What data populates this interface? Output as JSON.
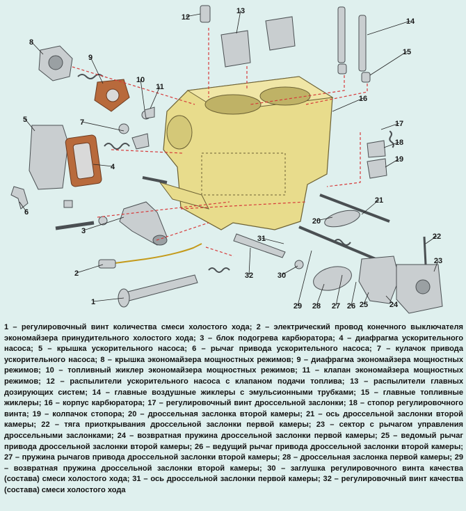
{
  "colors": {
    "background": "#dff0ee",
    "body_fill": "#e8dc8c",
    "body_stroke": "#6b6033",
    "part_fill": "#c9ced0",
    "part_stroke": "#4a4f52",
    "gasket": "#b86a3c",
    "leader": "#222222",
    "assembly_line": "#d63a3a"
  },
  "callouts": [
    {
      "n": "1"
    },
    {
      "n": "2"
    },
    {
      "n": "3"
    },
    {
      "n": "4"
    },
    {
      "n": "5"
    },
    {
      "n": "6"
    },
    {
      "n": "7"
    },
    {
      "n": "8"
    },
    {
      "n": "9"
    },
    {
      "n": "10"
    },
    {
      "n": "11"
    },
    {
      "n": "12"
    },
    {
      "n": "13"
    },
    {
      "n": "14"
    },
    {
      "n": "15"
    },
    {
      "n": "16"
    },
    {
      "n": "17"
    },
    {
      "n": "18"
    },
    {
      "n": "19"
    },
    {
      "n": "20"
    },
    {
      "n": "21"
    },
    {
      "n": "22"
    },
    {
      "n": "23"
    },
    {
      "n": "24"
    },
    {
      "n": "25"
    },
    {
      "n": "26"
    },
    {
      "n": "27"
    },
    {
      "n": "28"
    },
    {
      "n": "29"
    },
    {
      "n": "30"
    },
    {
      "n": "31"
    },
    {
      "n": "32"
    }
  ],
  "legend": "1 – регулировочный винт количества смеси холостого хода; 2 – электрический провод конечного выключателя экономайзера принудительного холостого хода; 3 – блок подогрева карбюратора; 4 – диафрагма ускорительного насоса; 5 – крышка ускорительного насоса; 6 – рычаг привода ускорительного насоса; 7 – кулачок привода ускорительного насоса; 8 – крышка экономайзера мощностных режимов; 9 – диафрагма экономайзера мощностных режимов; 10 – топливный жиклер экономайзера мощностных режимов; 11 – клапан экономайзера мощностных режимов; 12 – распылители ускорительного насоса с клапаном подачи топлива; 13 – распылители главных дозирующих систем; 14 – главные воздушные жиклеры с эмульсионными трубками; 15 – главные топливные жиклеры; 16 – корпус карбюратора; 17 – регулировочный винт дроссельной заслонки; 18 – стопор регулировочного винта; 19 – колпачок стопора; 20 – дроссельная заслонка второй камеры; 21 – ось дроссельной заслонки второй камеры; 22 – тяга приоткрывания дроссельной заслонки первой камеры; 23 – сектор с рычагом управления дроссельными заслонками; 24 – возвратная пружина дроссельной заслонки первой камеры; 25 – ведомый рычаг привода дроссельной заслонки второй камеры; 26 – ведущий рычаг привода дроссельной заслонки второй камеры; 27 – пружина рычагов привода дроссельной заслонки второй камеры; 28 – дроссельная заслонка первой камеры; 29 – возвратная пружина дроссельной заслонки второй камеры; 30 – заглушка регулировочного винта качества (состава) смеси холостого хода; 31 – ось дроссельной заслонки первой камеры; 32 – регулировочный винт качества (состава) смеси холостого хода"
}
